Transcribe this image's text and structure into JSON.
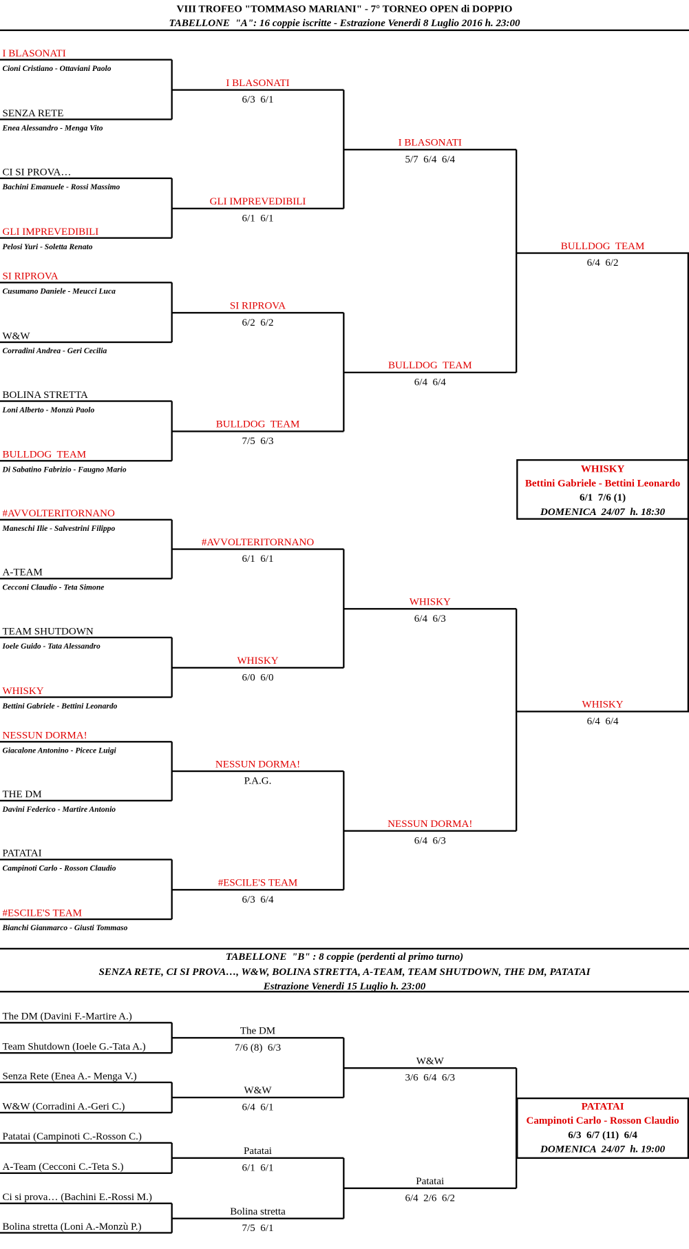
{
  "header": {
    "title": "VIII TROFEO \"TOMMASO MARIANI\" - 7° TORNEO OPEN di DOPPIO",
    "subtitle": "TABELLONE  \"A\": 16 coppie iscritte - Estrazione Venerdi 8 Luglio 2016 h. 23:00"
  },
  "colors": {
    "winner": "#e00000",
    "text": "#000000"
  },
  "bracket_a": {
    "round1": [
      {
        "team": "I BLASONATI",
        "players": "Cioni Cristiano - Ottaviani Paolo",
        "advanced": true
      },
      {
        "team": "SENZA RETE",
        "players": "Enea Alessandro - Menga Vito",
        "advanced": false
      },
      {
        "team": "CI SI PROVA…",
        "players": "Bachini Emanuele - Rossi Massimo",
        "advanced": false
      },
      {
        "team": "GLI IMPREVEDIBILI",
        "players": "Pelosi Yuri - Soletta Renato",
        "advanced": true
      },
      {
        "team": "SI RIPROVA",
        "players": "Cusumano Daniele - Meucci Luca",
        "advanced": true
      },
      {
        "team": "W&W",
        "players": "Corradini Andrea - Geri Cecilia",
        "advanced": false
      },
      {
        "team": "BOLINA STRETTA",
        "players": "Loni Alberto - Monzù Paolo",
        "advanced": false
      },
      {
        "team": "BULLDOG  TEAM",
        "players": "Di Sabatino Fabrizio - Faugno Mario",
        "advanced": true
      },
      {
        "team": "#AVVOLTERITORNANO",
        "players": "Maneschi Ilie - Salvestrini Filippo",
        "advanced": true
      },
      {
        "team": "A-TEAM",
        "players": "Cecconi Claudio - Teta Simone",
        "advanced": false
      },
      {
        "team": "TEAM SHUTDOWN",
        "players": "Ioele Guido - Tata Alessandro",
        "advanced": false
      },
      {
        "team": "WHISKY",
        "players": "Bettini Gabriele - Bettini Leonardo",
        "advanced": true
      },
      {
        "team": "NESSUN DORMA!",
        "players": "Giacalone Antonino - Picece Luigi",
        "advanced": true
      },
      {
        "team": "THE DM",
        "players": "Davini Federico - Martire Antonio",
        "advanced": false
      },
      {
        "team": "PATATAI",
        "players": "Campinoti Carlo - Rosson Claudio",
        "advanced": false
      },
      {
        "team": "#ESCILE'S TEAM",
        "players": "Bianchi Gianmarco - Giusti Tommaso",
        "advanced": true
      }
    ],
    "round2": [
      {
        "winner": "I BLASONATI",
        "score": "6/3  6/1"
      },
      {
        "winner": "GLI IMPREVEDIBILI",
        "score": "6/1  6/1"
      },
      {
        "winner": "SI RIPROVA",
        "score": "6/2  6/2"
      },
      {
        "winner": "BULLDOG  TEAM",
        "score": "7/5  6/3"
      },
      {
        "winner": "#AVVOLTERITORNANO",
        "score": "6/1  6/1"
      },
      {
        "winner": "WHISKY",
        "score": "6/0  6/0"
      },
      {
        "winner": "NESSUN DORMA!",
        "score": "P.A.G."
      },
      {
        "winner": "#ESCILE'S TEAM",
        "score": "6/3  6/4"
      }
    ],
    "round3": [
      {
        "winner": "I BLASONATI",
        "score": "5/7  6/4  6/4"
      },
      {
        "winner": "BULLDOG  TEAM",
        "score": "6/4  6/4"
      },
      {
        "winner": "WHISKY",
        "score": "6/4  6/3"
      },
      {
        "winner": "NESSUN DORMA!",
        "score": "6/4  6/3"
      }
    ],
    "round4": [
      {
        "winner": "BULLDOG  TEAM",
        "score": "6/4  6/2"
      },
      {
        "winner": "WHISKY",
        "score": "6/4  6/4"
      }
    ],
    "final": {
      "winner": "WHISKY",
      "players": "Bettini Gabriele - Bettini Leonardo",
      "score": "6/1  7/6 (1)",
      "schedule": "DOMENICA  24/07  h. 18:30"
    }
  },
  "bracket_b": {
    "header": [
      "TABELLONE  \"B\" : 8 coppie (perdenti al primo turno)",
      "SENZA RETE, CI SI PROVA…, W&W, BOLINA STRETTA, A-TEAM, TEAM SHUTDOWN, THE DM, PATATAI",
      "Estrazione Venerdi 15 Luglio h. 23:00"
    ],
    "round1": [
      "The DM (Davini F.-Martire A.)",
      "Team Shutdown (Ioele G.-Tata A.)",
      "Senza Rete (Enea A.- Menga V.)",
      "W&W (Corradini A.-Geri C.)",
      "Patatai (Campinoti C.-Rosson C.)",
      "A-Team (Cecconi C.-Teta S.)",
      "Ci si prova… (Bachini E.-Rossi M.)",
      "Bolina stretta (Loni A.-Monzù P.)"
    ],
    "round2": [
      {
        "winner": "The DM",
        "score": "7/6 (8)  6/3"
      },
      {
        "winner": "W&W",
        "score": "6/4  6/1"
      },
      {
        "winner": "Patatai",
        "score": "6/1  6/1"
      },
      {
        "winner": "Bolina stretta",
        "score": "7/5  6/1"
      }
    ],
    "round3": [
      {
        "winner": "W&W",
        "score": "3/6  6/4  6/3"
      },
      {
        "winner": "Patatai",
        "score": "6/4  2/6  6/2"
      }
    ],
    "final": {
      "winner": "PATATAI",
      "players": "Campinoti Carlo - Rosson Claudio",
      "score": "6/3  6/7 (11)  6/4",
      "schedule": "DOMENICA  24/07  h. 19:00"
    }
  }
}
